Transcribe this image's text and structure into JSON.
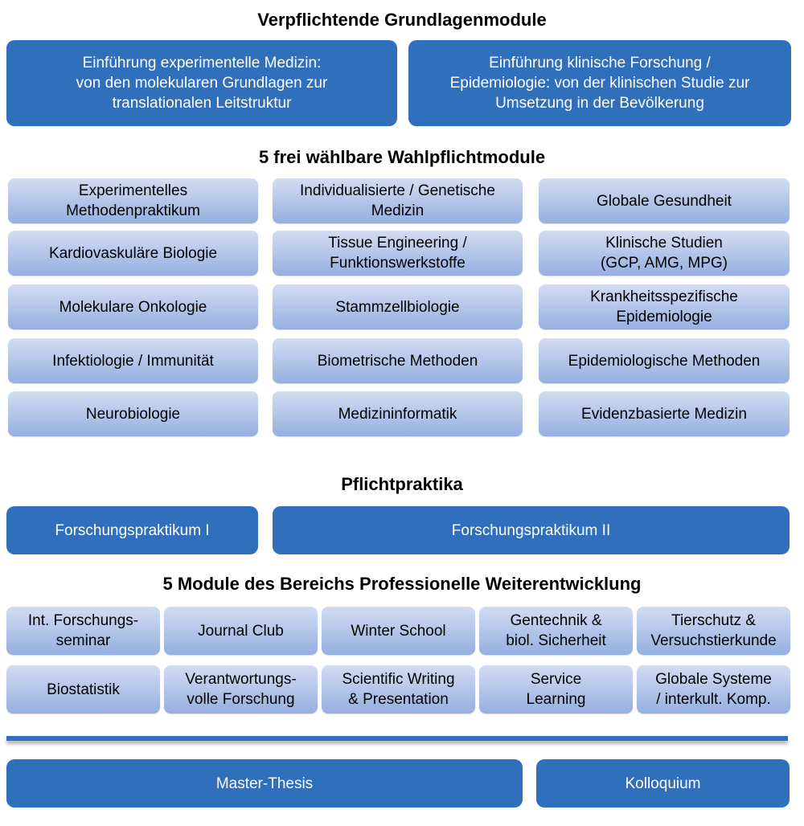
{
  "sections": {
    "core": {
      "title": "Verpflichtende Grundlagenmodule",
      "modules": [
        "Einführung experimentelle Medizin:\nvon den molekularen Grundlagen zur\ntranslationalen Leitstruktur",
        "Einführung klinische Forschung /\nEpidemiologie: von der klinischen Studie zur\nUmsetzung in der Bevölkerung"
      ]
    },
    "electives": {
      "title": "5 frei wählbare Wahlpflichtmodule",
      "modules": [
        "Experimentelles\nMethodenpraktikum",
        "Individualisierte / Genetische\nMedizin",
        "Globale Gesundheit",
        "Kardiovaskuläre Biologie",
        "Tissue Engineering /\nFunktionswerkstoffe",
        "Klinische Studien\n(GCP, AMG, MPG)",
        "Molekulare Onkologie",
        "Stammzellbiologie",
        "Krankheitsspezifische\nEpidemiologie",
        "Infektiologie / Immunität",
        "Biometrische Methoden",
        "Epidemiologische Methoden",
        "Neurobiologie",
        "Medizininformatik",
        "Evidenzbasierte Medizin"
      ]
    },
    "internships": {
      "title": "Pflichtpraktika",
      "modules": [
        "Forschungspraktikum I",
        "Forschungspraktikum II"
      ]
    },
    "professional": {
      "title": "5 Module des Bereichs Professionelle Weiterentwicklung",
      "modules": [
        "Int. Forschungs-\nseminar",
        "Journal Club",
        "Winter School",
        "Gentechnik &\nbiol. Sicherheit",
        "Tierschutz &\nVersuchstierkunde",
        "Biostatistik",
        "Verantwortungs-\nvolle Forschung",
        "Scientific Writing\n& Presentation",
        "Service\nLearning",
        "Globale Systeme\n/ interkult. Komp."
      ]
    },
    "final": {
      "modules": [
        "Master-Thesis",
        "Kolloquium"
      ]
    }
  },
  "colors": {
    "dark_blue": "#2f6fbb",
    "light_top": "#d3ddf2",
    "light_bottom": "#95afe0"
  }
}
